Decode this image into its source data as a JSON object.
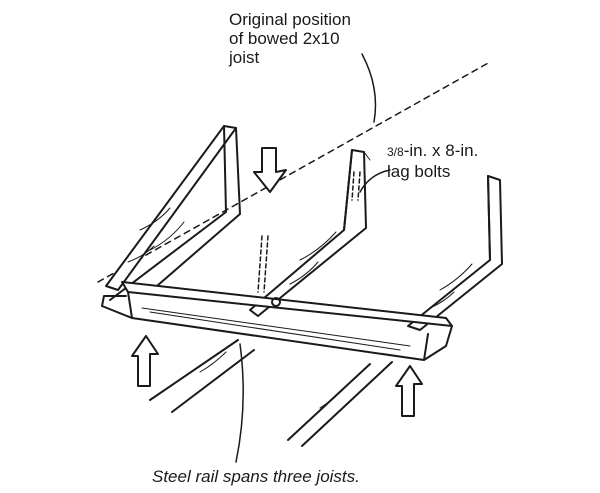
{
  "labels": {
    "original_position": {
      "line1": "Original position",
      "line2": "of bowed 2x10",
      "line3": "joist"
    },
    "lag_bolts": {
      "fraction": "3/8",
      "line1_rest": "-in. x 8-in.",
      "line2": "lag bolts"
    },
    "steel_rail": "Steel rail spans three joists."
  },
  "colors": {
    "ink": "#1a1a1a",
    "background": "#ffffff"
  }
}
